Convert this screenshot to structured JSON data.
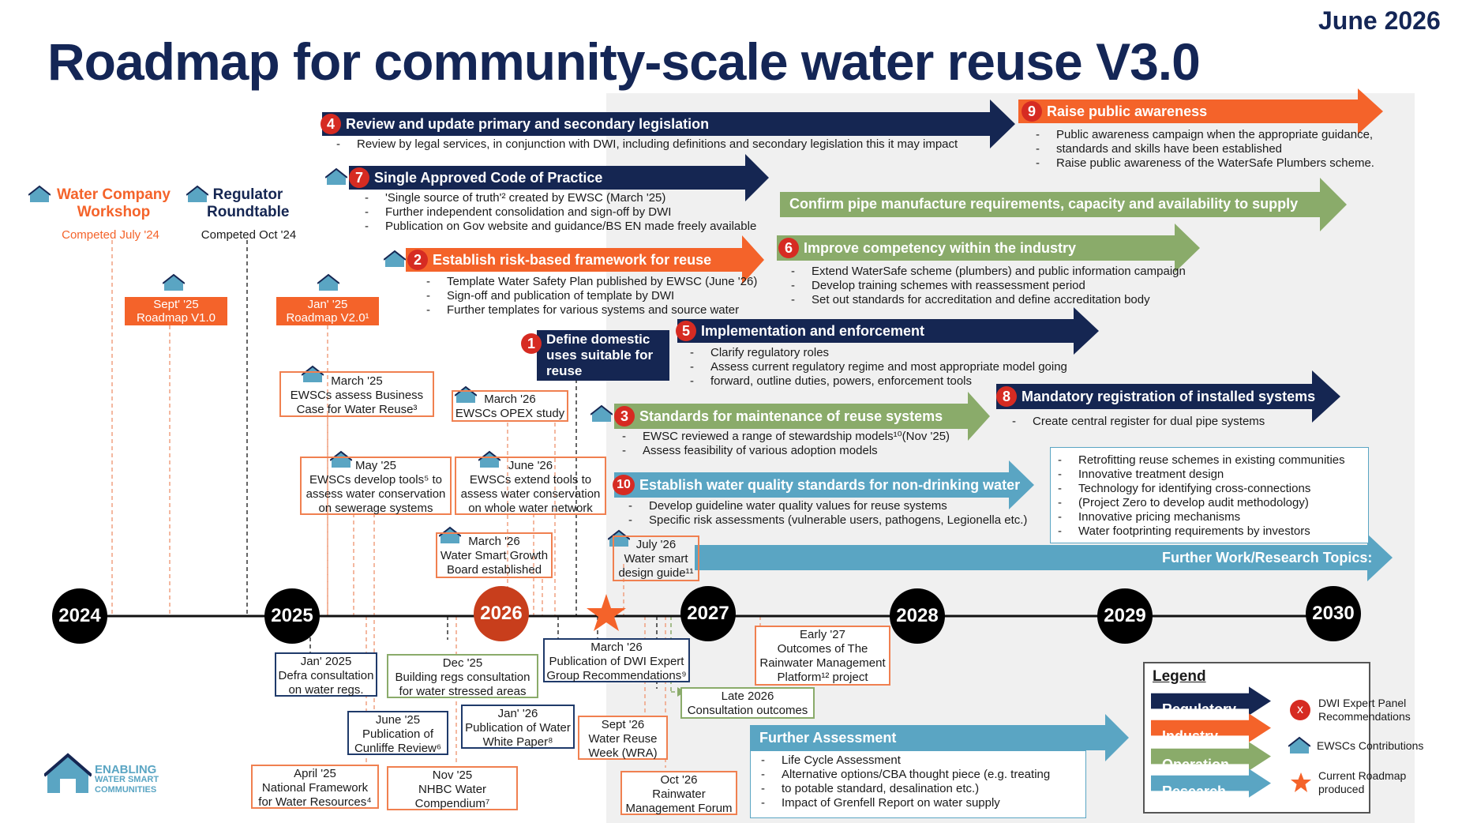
{
  "header": {
    "title": "Roadmap for community-scale water reuse V3.0",
    "date": "June 2026"
  },
  "colors": {
    "regulatory": "#152652",
    "industry": "#f4632a",
    "operation": "#8aab6a",
    "research": "#5aa5c3",
    "dwi_red": "#d62b22",
    "current_year": "#c83e1c"
  },
  "timeline": {
    "years": [
      "2024",
      "2025",
      "2026",
      "2027",
      "2028",
      "2029",
      "2030"
    ],
    "current_year": "2026"
  },
  "early_events": {
    "workshop": {
      "title": "Water Company Workshop",
      "sub": "Competed July '24"
    },
    "roundtable": {
      "title": "Regulator Roundtable",
      "sub": "Competed Oct '24"
    },
    "roadmap_v1": "Sept' '25\nRoadmap V1.0",
    "roadmap_v2": "Jan' '25\nRoadmap V2.0¹"
  },
  "streams": {
    "s4": {
      "num": "4",
      "title": "Review and update primary and secondary legislation",
      "bullets": [
        "Review by legal services, in conjunction with DWI, including definitions and secondary legislation this it may impact"
      ]
    },
    "s9": {
      "num": "9",
      "title": "Raise public awareness",
      "bullets": [
        "Public awareness campaign when the appropriate guidance,",
        "standards and skills have been established",
        "Raise public awareness of the WaterSafe Plumbers scheme."
      ]
    },
    "s7": {
      "num": "7",
      "title": "Single Approved Code of Practice",
      "bullets": [
        "'Single source of truth'² created by EWSC (March '25)",
        "Further independent consolidation and sign-off by DWI",
        "Publication on Gov website and guidance/BS EN made freely available"
      ]
    },
    "pipe": {
      "title": "Confirm pipe manufacture requirements, capacity and availability to supply"
    },
    "s2": {
      "num": "2",
      "title": "Establish risk-based framework for reuse",
      "bullets": [
        "Template Water Safety Plan published by EWSC (June '26)",
        "Sign-off and publication of template by DWI",
        "Further templates for various systems and source water"
      ]
    },
    "s6": {
      "num": "6",
      "title": "Improve competency within the industry",
      "bullets": [
        "Extend WaterSafe scheme (plumbers) and public information campaign",
        "Develop training schemes with reassessment period",
        "Set out standards for accreditation and define accreditation body"
      ]
    },
    "s1": {
      "num": "1",
      "title": "Define domestic uses suitable for reuse"
    },
    "s5": {
      "num": "5",
      "title": "Implementation and enforcement",
      "bullets": [
        "Clarify regulatory roles",
        "Assess current regulatory regime and most appropriate model going",
        "forward, outline duties, powers, enforcement tools"
      ]
    },
    "s8": {
      "num": "8",
      "title": "Mandatory registration of installed systems",
      "bullets": [
        "Create central register for dual pipe systems"
      ]
    },
    "s3": {
      "num": "3",
      "title": "Standards for maintenance of reuse systems",
      "bullets": [
        "EWSC reviewed a range of stewardship models¹⁰(Nov '25)",
        "Assess feasibility of various adoption models"
      ]
    },
    "s10": {
      "num": "10",
      "title": "Establish water quality standards for non-drinking water",
      "bullets": [
        "Develop guideline water quality values for reuse systems",
        "Specific risk assessments (vulnerable users, pathogens, Legionella etc.)"
      ]
    },
    "research_topics": {
      "title": "Further Work/Research Topics:",
      "bullets": [
        "Retrofitting reuse schemes in existing communities",
        "Innovative treatment design",
        "Technology for identifying cross-connections",
        "(Project Zero to develop audit methodology)",
        "Innovative pricing mechanisms",
        "Water footprinting requirements by investors"
      ]
    },
    "further_assessment": {
      "title": "Further Assessment",
      "bullets": [
        "Life Cycle Assessment",
        "Alternative options/CBA thought piece (e.g. treating",
        "to potable standard, desalination etc.)",
        "Impact of Grenfell Report on water supply"
      ]
    }
  },
  "above_events": {
    "ewsc_business_case": "March '25\nEWSCs assess Business\nCase for Water Reuse³",
    "opex": "March '26\nEWSCs OPEX study",
    "tools_sewerage": "May '25\nEWSCs develop tools⁵ to\nassess water conservation\non sewerage systems",
    "tools_network": "June '26\nEWSCs extend tools to\nassess water conservation\non whole water network",
    "smart_growth": "March '26\nWater Smart Growth\nBoard established",
    "design_guide": "July '26\nWater smart\ndesign guide¹¹"
  },
  "below_events": {
    "defra": "Jan' 2025\nDefra consultation\non water regs.",
    "building_regs": "Dec '25\nBuilding regs consultation\nfor water stressed areas",
    "dwi_expert": "March '26\nPublication of DWI Expert\nGroup Recommendations⁹",
    "rainwater_platform": "Early '27\nOutcomes of The\nRainwater Management\nPlatform¹² project",
    "late_2026": "Late 2026\nConsultation outcomes",
    "cunliffe": "June '25\nPublication of\nCunliffe Review⁶",
    "white_paper": "Jan' '26\nPublication of Water\nWhite Paper⁸",
    "reuse_week": "Sept '26\nWater Reuse\nWeek (WRA)",
    "national_framework": "April '25\nNational Framework\nfor Water Resources⁴",
    "nhbc": "Nov '25\nNHBC Water\nCompendium⁷",
    "rainwater_forum": "Oct '26\nRainwater\nManagement Forum"
  },
  "logo": {
    "line1": "ENABLING",
    "line2": "WATER SMART",
    "line3": "COMMUNITIES"
  },
  "legend": {
    "title": "Legend",
    "regulatory": "Regulatory",
    "industry": "Industry",
    "operation": "Operation",
    "research": "Research",
    "dwi": "DWI Expert Panel\nRecommendations",
    "ewsc": "EWSCs Contributions",
    "current": "Current Roadmap\nproduced",
    "dwi_marker": "x"
  }
}
